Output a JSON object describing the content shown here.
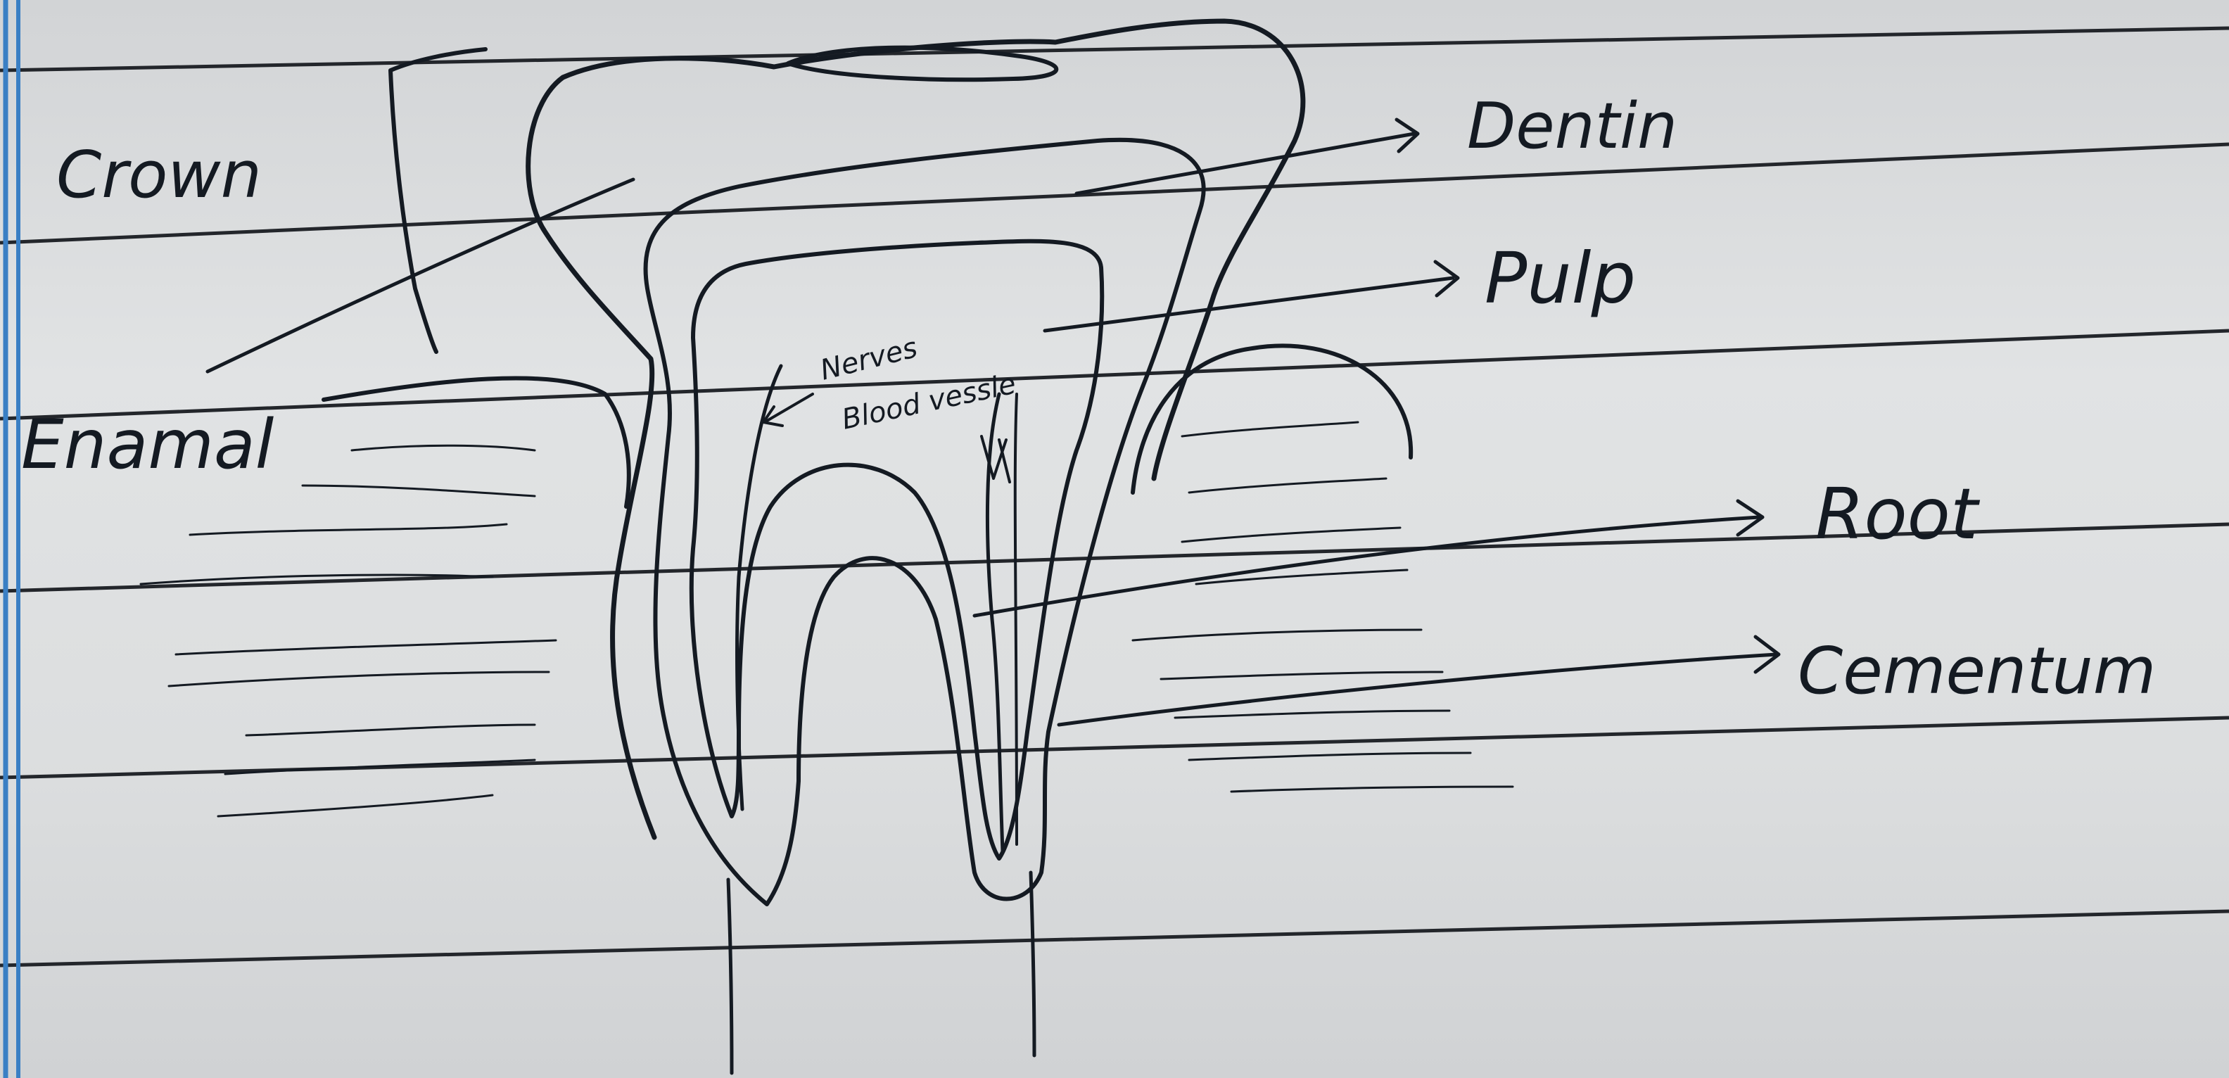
{
  "diagram": {
    "labels": {
      "crown": "Crown",
      "enamel": "Enamal",
      "dentin": "Dentin",
      "pulp": "Pulp",
      "nerves": "Nerves",
      "blood_vessels": "Blood vessle",
      "root": "Root",
      "cementum": "Cementum"
    }
  },
  "colors": {
    "paper": "#dcdedf",
    "ink": "#141a22",
    "margin_line": "#3a7fc4",
    "ruled_line": "#23262b"
  }
}
